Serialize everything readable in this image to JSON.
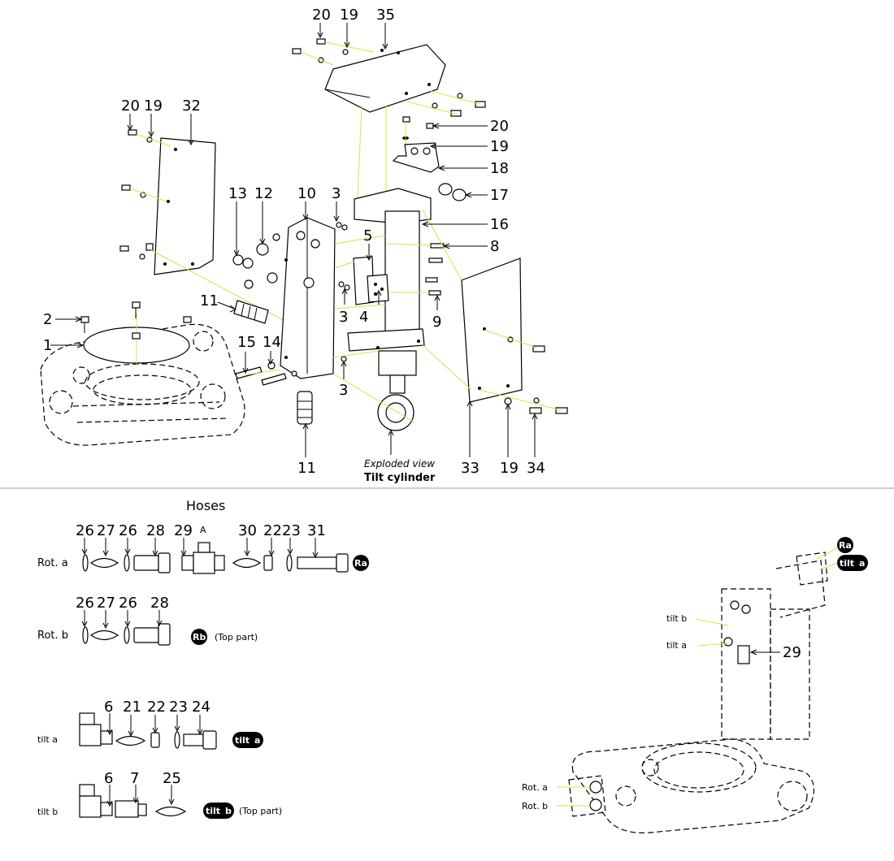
{
  "exploded": {
    "caption_sub": "Exploded view",
    "caption_main": "Tilt cylinder",
    "callouts": {
      "n20a": "20",
      "n19a": "19",
      "n35": "35",
      "n20b": "20",
      "n19b": "19",
      "n32": "32",
      "n20c": "20",
      "n19c": "19",
      "n18": "18",
      "n17": "17",
      "n16": "16",
      "n8": "8",
      "n13": "13",
      "n12": "12",
      "n10": "10",
      "n3a": "3",
      "n5": "5",
      "n3b": "3",
      "n4": "4",
      "n9": "9",
      "n11a": "11",
      "n2": "2",
      "n1": "1",
      "n15": "15",
      "n14": "14",
      "n3c": "3",
      "n11b": "11",
      "n33": "33",
      "n19d": "19",
      "n34": "34"
    }
  },
  "hoses": {
    "title": "Hoses",
    "rows": [
      {
        "label": "Rot. a",
        "numbers": [
          "26",
          "27",
          "26",
          "28",
          "29",
          "30",
          "22",
          "23",
          "31"
        ],
        "extra": "A",
        "badge": "Ra",
        "note": ""
      },
      {
        "label": "Rot. b",
        "numbers": [
          "26",
          "27",
          "26",
          "28"
        ],
        "badge": "Rb",
        "note": "(Top part)"
      },
      {
        "label": "tilt a",
        "numbers": [
          "6",
          "21",
          "22",
          "23",
          "24"
        ],
        "badge_prefix": "tilt",
        "badge": "a",
        "note": ""
      },
      {
        "label": "tilt b",
        "numbers": [
          "6",
          "7",
          "25"
        ],
        "badge_prefix": "tilt",
        "badge": "b",
        "note": "(Top part)"
      }
    ]
  },
  "assembly": {
    "labels": {
      "tilt_b": "tilt b",
      "tilt_a": "tilt a",
      "rot_a": "Rot. a",
      "rot_b": "Rot. b"
    },
    "callout_29": "29",
    "badge_ra": "Ra",
    "badge_tilt_prefix": "tilt",
    "badge_tilt_a": "a"
  },
  "colors": {
    "leader_yellow": "#e8d94a",
    "badge": "#000000",
    "divider": "#999999"
  }
}
